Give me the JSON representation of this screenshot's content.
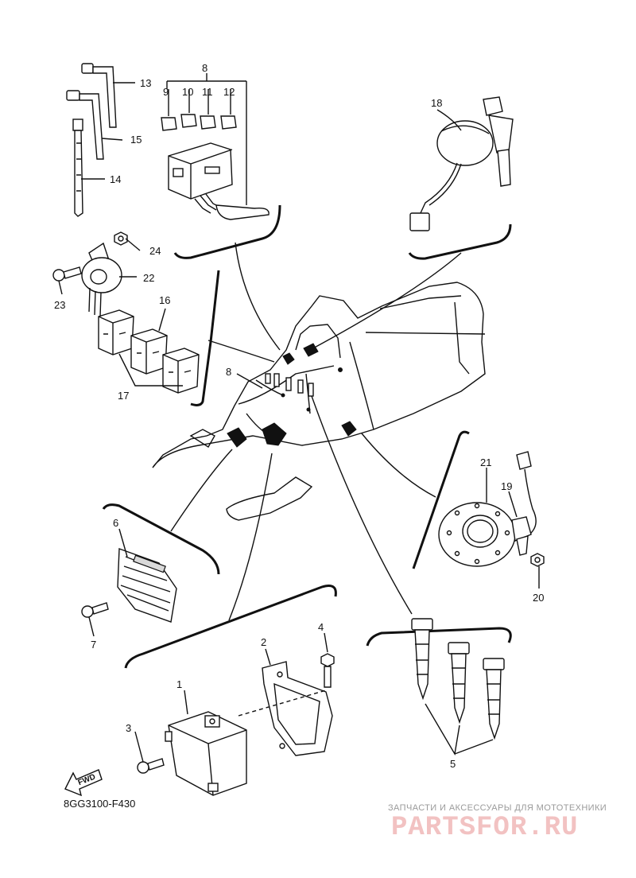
{
  "diagram": {
    "code": "8GG3100-F430",
    "direction_label": "FWD",
    "callouts": [
      "1",
      "2",
      "3",
      "4",
      "5",
      "6",
      "7",
      "8",
      "9",
      "10",
      "11",
      "12",
      "13",
      "14",
      "15",
      "16",
      "17",
      "18",
      "19",
      "20",
      "21",
      "22",
      "23",
      "24"
    ]
  },
  "watermark": {
    "tagline": "ЗАПЧАСТИ И АКСЕССУАРЫ ДЛЯ МОТОТЕХНИКИ",
    "logo": "PARTSFOR.RU"
  }
}
